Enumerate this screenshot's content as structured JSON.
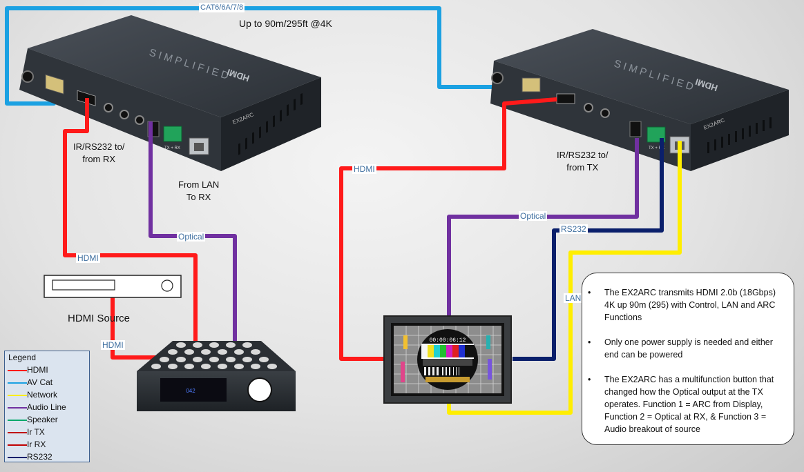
{
  "top_cable_label": "CAT6/6A/7/8",
  "distance_label": "Up to 90m/295ft @4K",
  "tx_device": {
    "brand": "SIMPLIFIED",
    "port_label_ir": "TX + RX",
    "model_label": "EX2ARC"
  },
  "rx_device": {
    "brand": "SIMPLIFIED",
    "port_label_ir": "TX + RX",
    "model_label": "EX2ARC"
  },
  "labels": {
    "ir_to_rx": [
      "IR/RS232 to/",
      "from RX"
    ],
    "from_lan": [
      "From LAN",
      "To RX"
    ],
    "ir_to_tx": [
      "IR/RS232 to/",
      "from TX"
    ],
    "hdmi_source": "HDMI Source",
    "avr_display": "042",
    "tv_timecode": "00:00:06:12"
  },
  "wire_labels": {
    "hdmi_rx_side": "HDMI",
    "hdmi_source": "HDMI",
    "optical_tx": "Optical",
    "hdmi_display": "HDMI",
    "optical_rx": "Optical",
    "rs232": "RS232",
    "lan": "LAN"
  },
  "legend": {
    "title": "Legend",
    "items": [
      {
        "label": "HDMI",
        "color": "#ff1a1a"
      },
      {
        "label": "AV Cat",
        "color": "#1ba1e2"
      },
      {
        "label": "Network",
        "color": "#ffee00"
      },
      {
        "label": "Audio Line",
        "color": "#7030a0"
      },
      {
        "label": "Speaker",
        "color": "#00a86b"
      },
      {
        "label": "Ir TX",
        "color": "#c00000"
      },
      {
        "label": "Ir RX",
        "color": "#c00000"
      },
      {
        "label": "RS232",
        "color": "#0a1f6b"
      }
    ]
  },
  "info_points": [
    "The EX2ARC transmits HDMI 2.0b (18Gbps) 4K up 90m (295) with Control, LAN and ARC Functions",
    "Only one power supply is needed and either end can be powered",
    "The EX2ARC has a multifunction button that changed how the Optical output at the TX operates.  Function 1 = ARC from Display, Function 2 = Optical at RX, & Function 3 = Audio breakout of source"
  ]
}
